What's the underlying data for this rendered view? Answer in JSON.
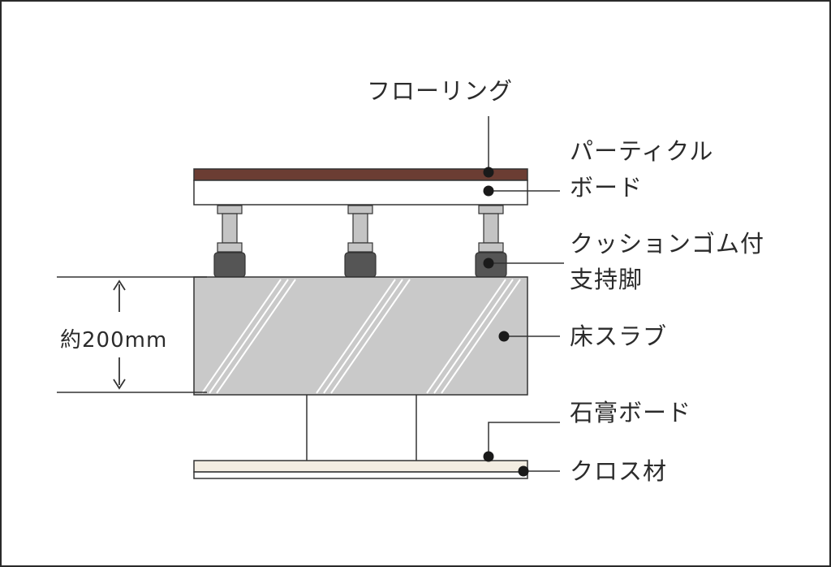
{
  "labels": {
    "flooring": "フローリング",
    "particle_board_line1": "パーティクル",
    "particle_board_line2": "ボード",
    "support_leg_line1": "クッションゴム付",
    "support_leg_line2": "支持脚",
    "floor_slab": "床スラブ",
    "gypsum_board": "石膏ボード",
    "cloth_material": "クロス材"
  },
  "dimension": {
    "slab_thickness": "約200mm"
  },
  "colors": {
    "flooring": "#6b3d33",
    "slab": "#c9c9c9",
    "leg_base": "#555555",
    "leg_post": "#c4c4c4",
    "outline": "#333333",
    "frame": "#2a2a2a"
  }
}
